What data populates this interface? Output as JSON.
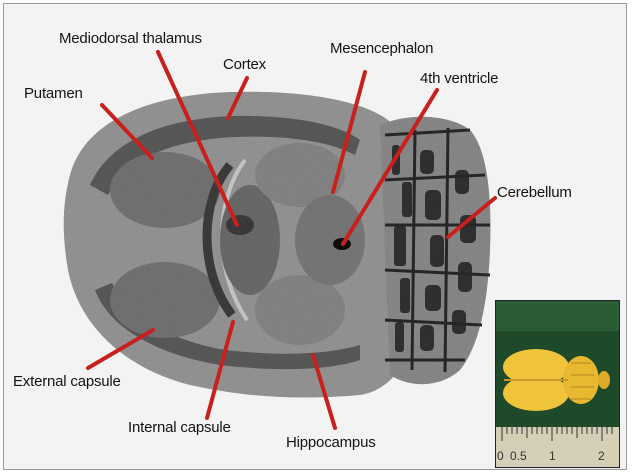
{
  "labels": {
    "mediodorsal_thalamus": "Mediodorsal thalamus",
    "cortex": "Cortex",
    "mesencephalon": "Mesencephalon",
    "fourth_ventricle": "4th ventricle",
    "putamen": "Putamen",
    "cerebellum": "Cerebellum",
    "external_capsule": "External capsule",
    "internal_capsule": "Internal capsule",
    "hippocampus": "Hippocampus"
  },
  "ruler": {
    "tick0": "0",
    "tick_half": "0.5",
    "tick1": "1",
    "tick2": "2"
  },
  "colors": {
    "pointer": "#c8201e",
    "tissue_light": "#a8a8a8",
    "tissue_dark": "#5a5a5a",
    "inset_bg": "#1f4a2a",
    "brain_yellow": "#f0c43a"
  }
}
